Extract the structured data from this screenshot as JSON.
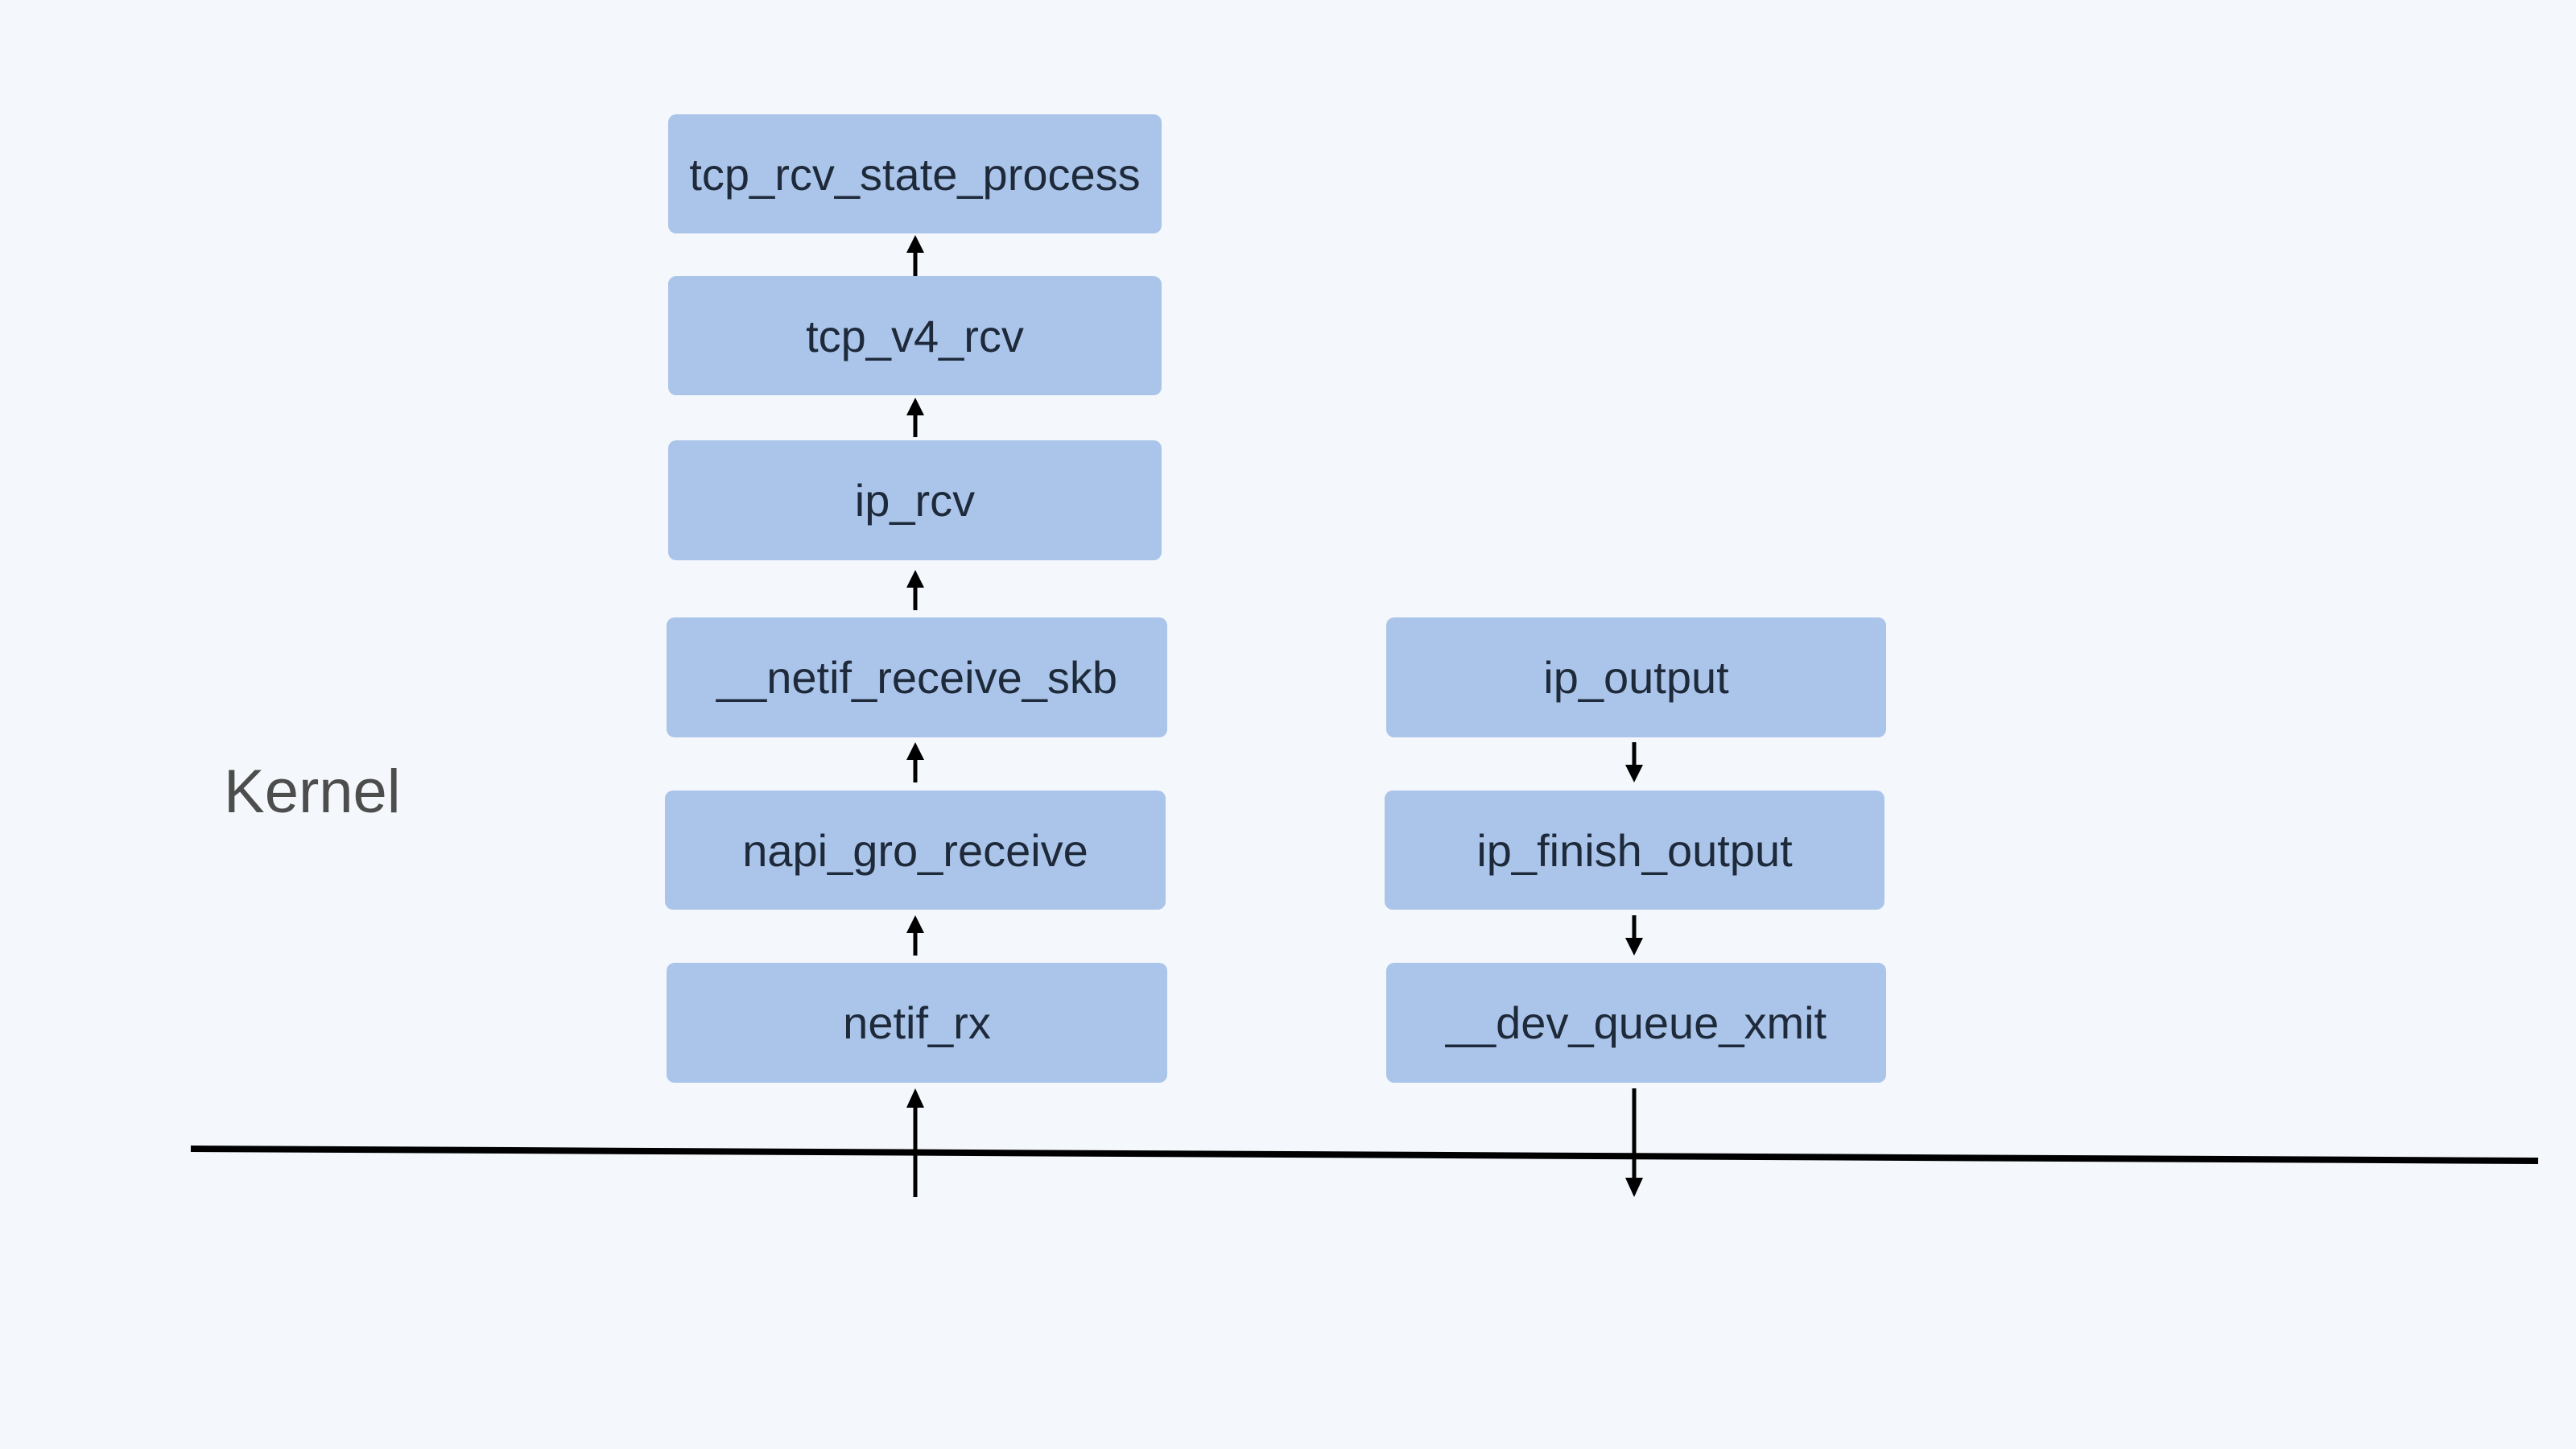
{
  "layer_label": "Kernel",
  "colors": {
    "background": "#f4f8fc",
    "box_fill": "#abc5ea",
    "box_text": "#1e2a3a",
    "line": "#000000",
    "label_text": "#4d4d4d"
  },
  "receive_path": {
    "nodes": [
      "tcp_rcv_state_process",
      "tcp_v4_rcv",
      "ip_rcv",
      "__netif_receive_skb",
      "napi_gro_receive",
      "netif_rx"
    ],
    "flow_direction": "up"
  },
  "transmit_path": {
    "nodes": [
      "ip_output",
      "ip_finish_output",
      "__dev_queue_xmit"
    ],
    "flow_direction": "down"
  }
}
